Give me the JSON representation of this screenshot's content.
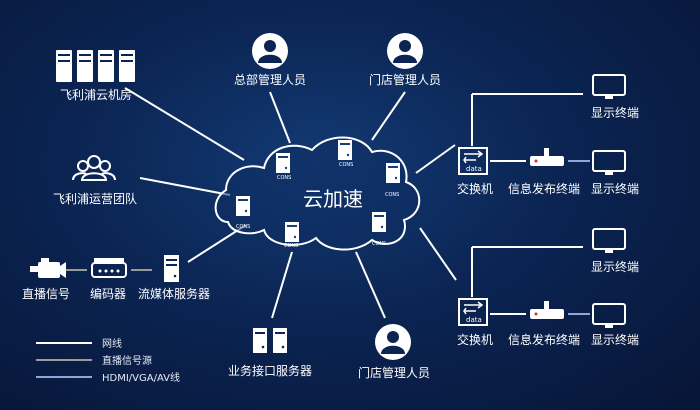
{
  "cloud": {
    "title": "云加速",
    "node_label": "CONS"
  },
  "nodes": {
    "cloud_room": "飞利浦云机房",
    "ops_team": "飞利浦运营团队",
    "hq_staff": "总部管理人员",
    "store_staff_top": "门店管理人员",
    "store_staff_bottom": "门店管理人员",
    "api_server": "业务接口服务器",
    "live_signal": "直播信号",
    "encoder": "编码器",
    "stream_server": "流媒体服务器",
    "switch_top": "交换机",
    "switch_bottom": "交换机",
    "info_terminal_top": "信息发布终端",
    "info_terminal_bottom": "信息发布终端",
    "display_1": "显示终端",
    "display_2": "显示终端",
    "display_3": "显示终端",
    "display_4": "显示终端",
    "switch_icon_text": "data"
  },
  "legend": [
    {
      "label": "网线",
      "color": "#ffffff"
    },
    {
      "label": "直播信号源",
      "color": "#9a9a9a"
    },
    {
      "label": "HDMI/VGA/AV线",
      "color": "#8fa6d8"
    }
  ],
  "colors": {
    "network": "#ffffff",
    "signal": "#9a9a9a",
    "hdmi": "#8fa6d8"
  }
}
